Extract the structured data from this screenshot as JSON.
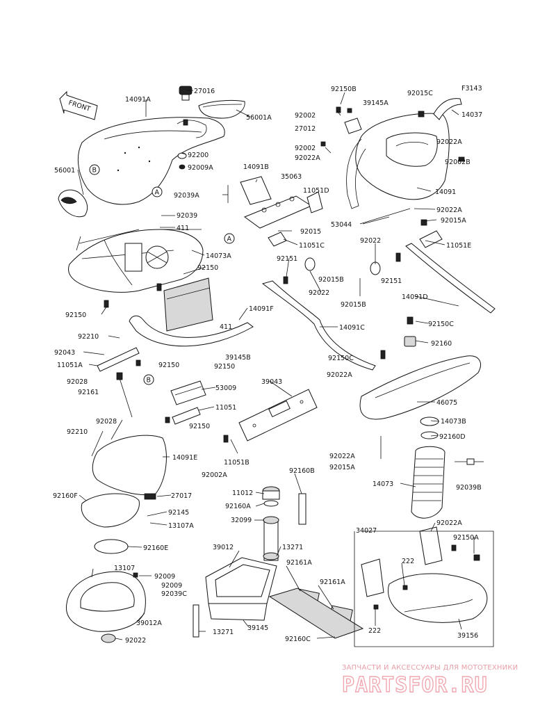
{
  "diagram_code": "F3143",
  "front_label": "FRONT",
  "circle_markers": [
    "A",
    "B"
  ],
  "labels": [
    {
      "id": "l-14091a",
      "text": "14091A"
    },
    {
      "id": "l-27016",
      "text": "27016"
    },
    {
      "id": "l-56001a",
      "text": "56001A"
    },
    {
      "id": "l-92200",
      "text": "92200"
    },
    {
      "id": "l-92009a",
      "text": "92009A"
    },
    {
      "id": "l-56001",
      "text": "56001"
    },
    {
      "id": "l-92039",
      "text": "92039"
    },
    {
      "id": "l-411a",
      "text": "411"
    },
    {
      "id": "l-14073a",
      "text": "14073A"
    },
    {
      "id": "l-92150a",
      "text": "92150"
    },
    {
      "id": "l-92150b",
      "text": "92150"
    },
    {
      "id": "l-92210a",
      "text": "92210"
    },
    {
      "id": "l-92043",
      "text": "92043"
    },
    {
      "id": "l-11051a",
      "text": "11051A"
    },
    {
      "id": "l-92028a",
      "text": "92028"
    },
    {
      "id": "l-92161",
      "text": "92161"
    },
    {
      "id": "l-14091f",
      "text": "14091F"
    },
    {
      "id": "l-411b",
      "text": "411"
    },
    {
      "id": "l-39145b",
      "text": "39145B"
    },
    {
      "id": "l-92150c",
      "text": "92150"
    },
    {
      "id": "l-92150d",
      "text": "92150"
    },
    {
      "id": "l-14091b",
      "text": "14091B"
    },
    {
      "id": "l-35063",
      "text": "35063"
    },
    {
      "id": "l-92039a",
      "text": "92039A"
    },
    {
      "id": "l-11051d",
      "text": "11051D"
    },
    {
      "id": "l-92015a1",
      "text": "92015"
    },
    {
      "id": "l-11051c",
      "text": "11051C"
    },
    {
      "id": "l-92151a",
      "text": "92151"
    },
    {
      "id": "l-92015b1",
      "text": "92015B"
    },
    {
      "id": "l-92022a1",
      "text": "92022"
    },
    {
      "id": "l-92150b1",
      "text": "92150B"
    },
    {
      "id": "l-39145a",
      "text": "39145A"
    },
    {
      "id": "l-92002a",
      "text": "92002"
    },
    {
      "id": "l-27012",
      "text": "27012"
    },
    {
      "id": "l-92002b",
      "text": "92002"
    },
    {
      "id": "l-92022a2",
      "text": "92022A"
    },
    {
      "id": "l-92015c",
      "text": "92015C"
    },
    {
      "id": "l-14037",
      "text": "14037"
    },
    {
      "id": "l-92022a3",
      "text": "92022A"
    },
    {
      "id": "l-92002b2",
      "text": "92002B"
    },
    {
      "id": "l-14091",
      "text": "14091"
    },
    {
      "id": "l-92022a4",
      "text": "92022A"
    },
    {
      "id": "l-53044",
      "text": "53044"
    },
    {
      "id": "l-92015a2",
      "text": "92015A"
    },
    {
      "id": "l-11051e",
      "text": "11051E"
    },
    {
      "id": "l-92022b",
      "text": "92022"
    },
    {
      "id": "l-92151b",
      "text": "92151"
    },
    {
      "id": "l-92015b2",
      "text": "92015B"
    },
    {
      "id": "l-14091d",
      "text": "14091D"
    },
    {
      "id": "l-14091c",
      "text": "14091C"
    },
    {
      "id": "l-92150c2",
      "text": "92150C"
    },
    {
      "id": "l-92160",
      "text": "92160"
    },
    {
      "id": "l-92150c3",
      "text": "92150C"
    },
    {
      "id": "l-92022a5",
      "text": "92022A"
    },
    {
      "id": "l-46075",
      "text": "46075"
    },
    {
      "id": "l-14073b",
      "text": "14073B"
    },
    {
      "id": "l-92160d",
      "text": "92160D"
    },
    {
      "id": "l-92022a6",
      "text": "92022A"
    },
    {
      "id": "l-92015a3",
      "text": "92015A"
    },
    {
      "id": "l-14073",
      "text": "14073"
    },
    {
      "id": "l-92039b",
      "text": "92039B"
    },
    {
      "id": "l-53009",
      "text": "53009"
    },
    {
      "id": "l-11051",
      "text": "11051"
    },
    {
      "id": "l-92150e",
      "text": "92150"
    },
    {
      "id": "l-39043",
      "text": "39043"
    },
    {
      "id": "l-11051b",
      "text": "11051B"
    },
    {
      "id": "l-92002a2",
      "text": "92002A"
    },
    {
      "id": "l-92028b",
      "text": "92028"
    },
    {
      "id": "l-92210b",
      "text": "92210"
    },
    {
      "id": "l-14091e",
      "text": "14091E"
    },
    {
      "id": "l-27017",
      "text": "27017"
    },
    {
      "id": "l-92160f",
      "text": "92160F"
    },
    {
      "id": "l-92145",
      "text": "92145"
    },
    {
      "id": "l-13107a",
      "text": "13107A"
    },
    {
      "id": "l-92160e",
      "text": "92160E"
    },
    {
      "id": "l-13107",
      "text": "13107"
    },
    {
      "id": "l-92009a1",
      "text": "92009"
    },
    {
      "id": "l-92009a2",
      "text": "92009"
    },
    {
      "id": "l-92039c",
      "text": "92039C"
    },
    {
      "id": "l-39012a",
      "text": "39012A"
    },
    {
      "id": "l-92022c",
      "text": "92022"
    },
    {
      "id": "l-11012",
      "text": "11012"
    },
    {
      "id": "l-92160a",
      "text": "92160A"
    },
    {
      "id": "l-32099",
      "text": "32099"
    },
    {
      "id": "l-92160b",
      "text": "92160B"
    },
    {
      "id": "l-39012",
      "text": "39012"
    },
    {
      "id": "l-13271a",
      "text": "13271"
    },
    {
      "id": "l-92161a1",
      "text": "92161A"
    },
    {
      "id": "l-92161a2",
      "text": "92161A"
    },
    {
      "id": "l-39145",
      "text": "39145"
    },
    {
      "id": "l-13271b",
      "text": "13271"
    },
    {
      "id": "l-92160c",
      "text": "92160C"
    },
    {
      "id": "l-34027",
      "text": "34027"
    },
    {
      "id": "l-92022a7",
      "text": "92022A"
    },
    {
      "id": "l-92150a2",
      "text": "92150A"
    },
    {
      "id": "l-222a",
      "text": "222"
    },
    {
      "id": "l-222b",
      "text": "222"
    },
    {
      "id": "l-39156",
      "text": "39156"
    }
  ],
  "watermark": {
    "subtitle": "ЗАПЧАСТИ И АКСЕССУАРЫ ДЛЯ МОТОТЕХНИКИ",
    "logo": "PARTSFOR.RU"
  }
}
